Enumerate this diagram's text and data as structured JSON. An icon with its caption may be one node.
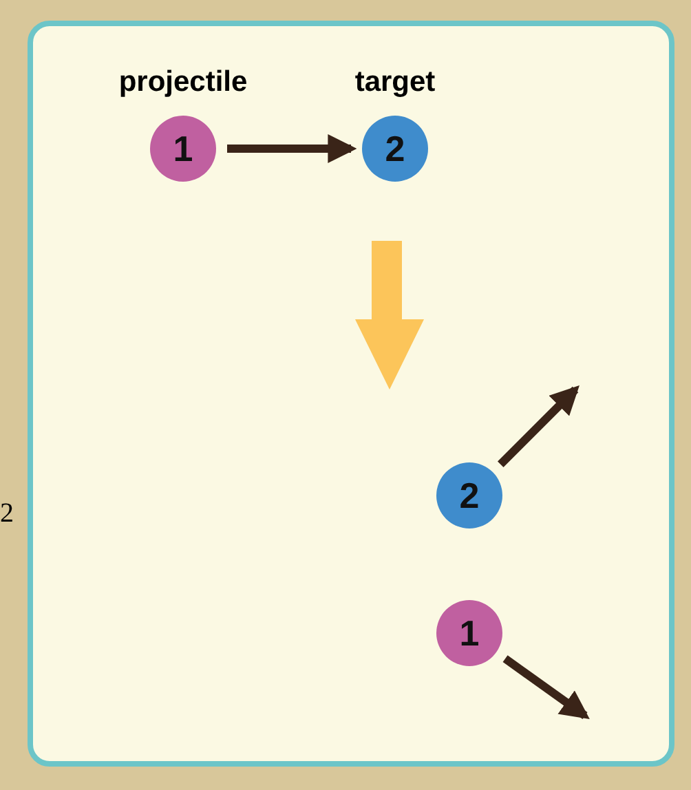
{
  "diagram": {
    "nodes": [
      {
        "text": [
          "projectile",
          "1"
        ]
      },
      {
        "text": [
          "target",
          "2"
        ]
      },
      {
        "text": [
          "2"
        ]
      },
      {
        "text": [
          "1"
        ]
      }
    ],
    "edges": [
      {
        "from": 0,
        "to": 1,
        "arrow": "to"
      },
      {
        "from": 2,
        "to": null,
        "arrow": "to"
      },
      {
        "from": 3,
        "to": null,
        "arrow": "to"
      }
    ],
    "labels": [
      "2"
    ]
  }
}
